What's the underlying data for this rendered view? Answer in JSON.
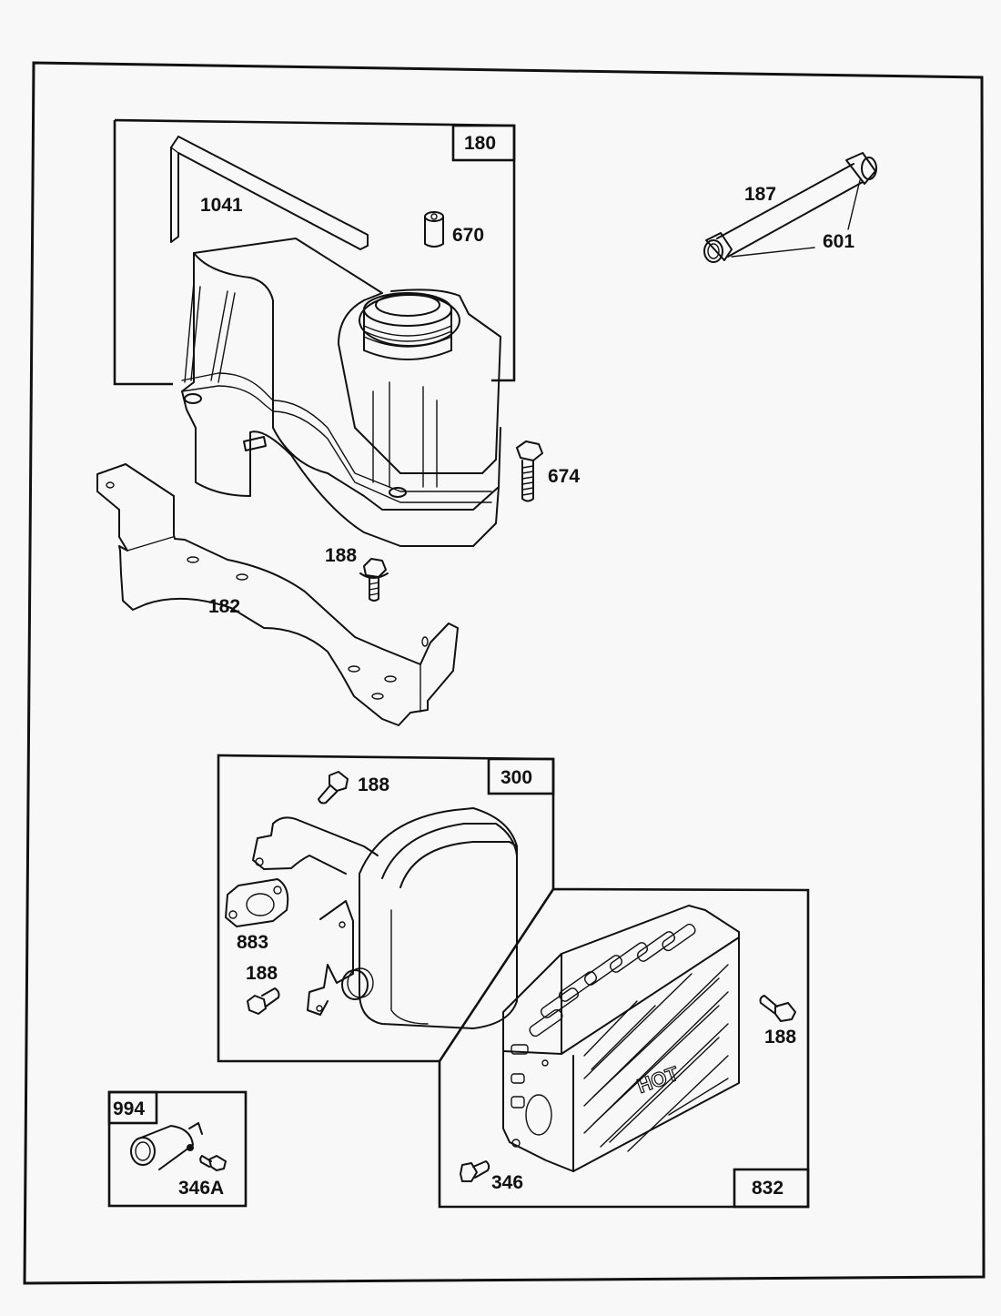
{
  "diagram": {
    "type": "exploded-parts-diagram",
    "groups": [
      {
        "id": "180",
        "label": "180",
        "parts": [
          "1041",
          "670"
        ]
      },
      {
        "id": "300",
        "label": "300",
        "parts": [
          "188",
          "883",
          "188"
        ]
      },
      {
        "id": "832",
        "label": "832",
        "parts": [
          "188",
          "346"
        ]
      },
      {
        "id": "994",
        "label": "994",
        "parts": [
          "346A"
        ]
      }
    ],
    "labels": {
      "g180": "180",
      "p1041": "1041",
      "p670": "670",
      "p187": "187",
      "p601": "601",
      "p674": "674",
      "p188_bracket": "188",
      "p182": "182",
      "g300": "300",
      "p188_top": "188",
      "p883": "883",
      "p188_left": "188",
      "p188_right": "188",
      "p346": "346",
      "g832": "832",
      "g994": "994",
      "p346A": "346A",
      "hot_text": "HOT"
    }
  }
}
